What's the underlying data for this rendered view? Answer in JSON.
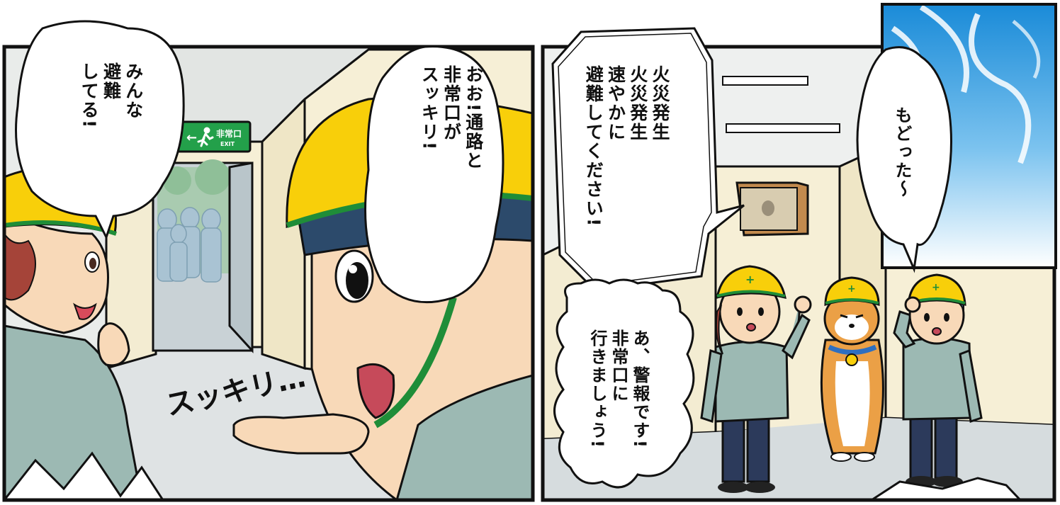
{
  "panel_left": {
    "bubble_girl": "みんな\n避難\nしてる!",
    "bubble_boy": "おお!通路と\n非常口が\nスッキリ!",
    "exit_sign": {
      "jp": "非常口",
      "en": "EXIT",
      "arrow": "←"
    },
    "sfx": "スッキリ…"
  },
  "panel_right": {
    "announcement": "火災発生\n火災発生\n速やかに\n避難してください!",
    "bubble_girl": "あ、警報です!\n非常口に\n行きましょう!",
    "bubble_flash": "もどった〜"
  },
  "colors": {
    "helmet": "#f8cf0a",
    "uniform": "#9cb9b3",
    "pants": "#2c3a5b",
    "wall": "#f6efd6",
    "floor": "#d6dcde",
    "exit_green": "#23a04a",
    "flash_blue": "#1a8bd8",
    "outline": "#111111"
  },
  "icons": [
    "exit-running-man-icon",
    "speaker-icon",
    "bell-icon"
  ]
}
